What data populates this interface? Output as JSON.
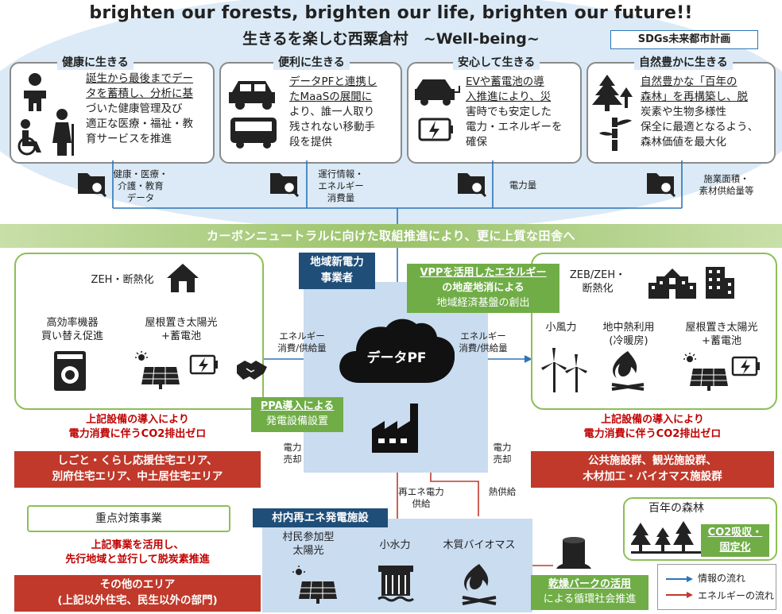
{
  "header": {
    "title": "brighten our forests, brighten our life, brighten our future!!",
    "subtitle": "生きるを楽しむ西粟倉村　~Well-being~",
    "badge": "SDGs未来都市計画"
  },
  "categories": [
    {
      "title": "健康に生きる",
      "lines": [
        "誕生から最後までデー",
        "タを蓄積し、分析に基",
        "づいた健康管理及び",
        "適正な医療・福祉・教",
        "育サービスを推進"
      ],
      "data_label": [
        "健康・医療・",
        "介護・教育",
        "データ"
      ]
    },
    {
      "title": "便利に生きる",
      "lines": [
        "データPFと連携し",
        "たMaaSの展開に",
        "より、誰一人取り",
        "残されない移動手",
        "段を提供"
      ],
      "data_label": [
        "運行情報・",
        "エネルギー",
        "消費量"
      ]
    },
    {
      "title": "安心して生きる",
      "lines": [
        "EVや蓄電池の導",
        "入推進により、災",
        "害時でも安定した",
        "電力・エネルギーを",
        "確保"
      ],
      "data_label": [
        "電力量"
      ]
    },
    {
      "title": "自然豊かに生きる",
      "lines": [
        "自然豊かな「百年の",
        "森林」を再構築し、脱",
        "炭素や生物多様性",
        "保全に最適となるよう、",
        "森林価値を最大化"
      ],
      "data_label": [
        "施業面積・",
        "素材供給量等"
      ]
    }
  ],
  "band": "カーボンニュートラルに向けた取組推進により、更に上質な田舎へ",
  "center": {
    "utility": [
      "地域新電力",
      "事業者"
    ],
    "vpp": [
      "VPPを活用したエネルギー",
      "の地産地消による",
      "地域経済基盤の創出"
    ],
    "cloud": "データPF",
    "ppa": [
      "PPA導入による",
      "発電設備設置"
    ],
    "flow_left": [
      "エネルギー",
      "消費/供給量"
    ],
    "flow_right": [
      "エネルギー",
      "消費/供給量"
    ],
    "sell_left": [
      "電力",
      "売却"
    ],
    "sell_right": [
      "電力",
      "売却"
    ],
    "renew_supply": [
      "再エネ電力",
      "供給"
    ],
    "heat_supply": "熱供給"
  },
  "left_region": {
    "zeh": "ZEH・断熱化",
    "appliance": [
      "高効率機器",
      "買い替え促進"
    ],
    "solar": [
      "屋根置き太陽光",
      "+蓄電池"
    ],
    "zero": [
      "上記設備の導入により",
      "電力消費に伴うCO2排出ゼロ"
    ],
    "area": [
      "しごと・くらし応援住宅エリア、",
      "別府住宅エリア、中土居住宅エリア"
    ]
  },
  "right_region": {
    "zeb": [
      "ZEB/ZEH・",
      "断熱化"
    ],
    "wind": "小風力",
    "geo": [
      "地中熱利用",
      "(冷暖房)"
    ],
    "solar": [
      "屋根置き太陽光",
      "+蓄電池"
    ],
    "zero": [
      "上記設備の導入により",
      "電力消費に伴うCO2排出ゼロ"
    ],
    "area": [
      "公共施設群、観光施設群、",
      "木材加工・バイオマス施設群"
    ]
  },
  "bottom_left": {
    "priority": "重点対策事業",
    "advance": [
      "上記事業を活用し、",
      "先行地域と並行して脱炭素推進"
    ],
    "other": [
      "その他のエリア",
      "(上記以外住宅、民生以外の部門)"
    ]
  },
  "plant": {
    "title": "村内再エネ発電施設",
    "solar": [
      "村民参加型",
      "太陽光"
    ],
    "hydro": "小水力",
    "biomass": "木質バイオマス"
  },
  "forest": {
    "title": "百年の森林",
    "co2": [
      "CO2吸収・",
      "固定化"
    ],
    "bark": [
      "乾燥バークの活用",
      "による循環社会推進"
    ]
  },
  "legend": {
    "info": "情報の流れ",
    "energy": "エネルギーの流れ",
    "info_color": "#2e75b6",
    "energy_color": "#c0392b"
  }
}
